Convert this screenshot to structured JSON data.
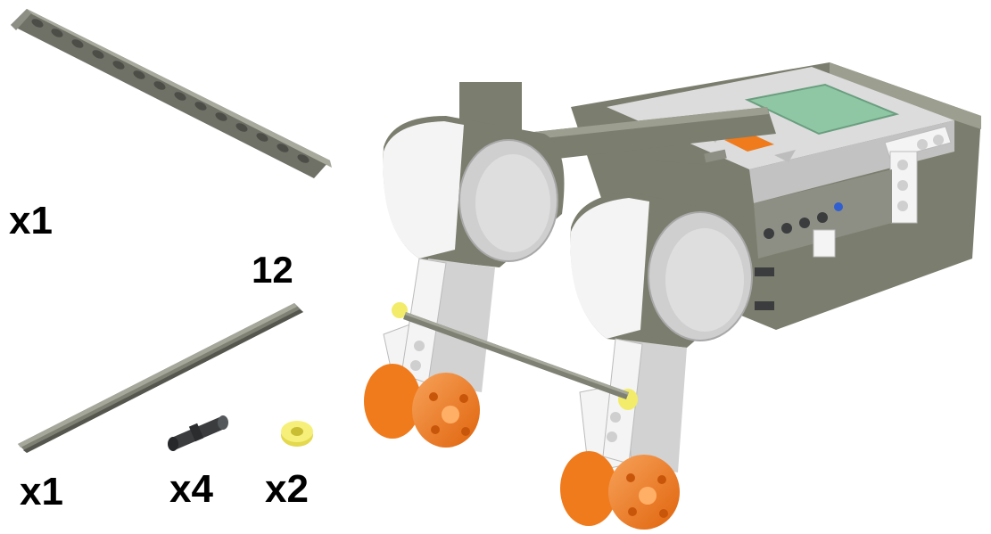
{
  "parts": {
    "beam": {
      "name_icon": "liftarm-15-icon",
      "quantity": "x1",
      "color": "#7c7e72"
    },
    "axle": {
      "name_icon": "axle-12-icon",
      "length_label": "12",
      "quantity": "x1",
      "color": "#7e8074"
    },
    "pin": {
      "name_icon": "axle-pin-icon",
      "quantity": "x4",
      "color": "#3a3c3e"
    },
    "bush": {
      "name_icon": "half-bush-icon",
      "quantity": "x2",
      "color": "#f2ec6a"
    }
  },
  "colors": {
    "dark_bluish_gray": "#7b7d6e",
    "light_gray": "#d9d9d9",
    "white": "#f4f4f4",
    "orange": "#f07b1c",
    "screen_green": "#8fc7a4",
    "yellow": "#f2ec6a"
  }
}
